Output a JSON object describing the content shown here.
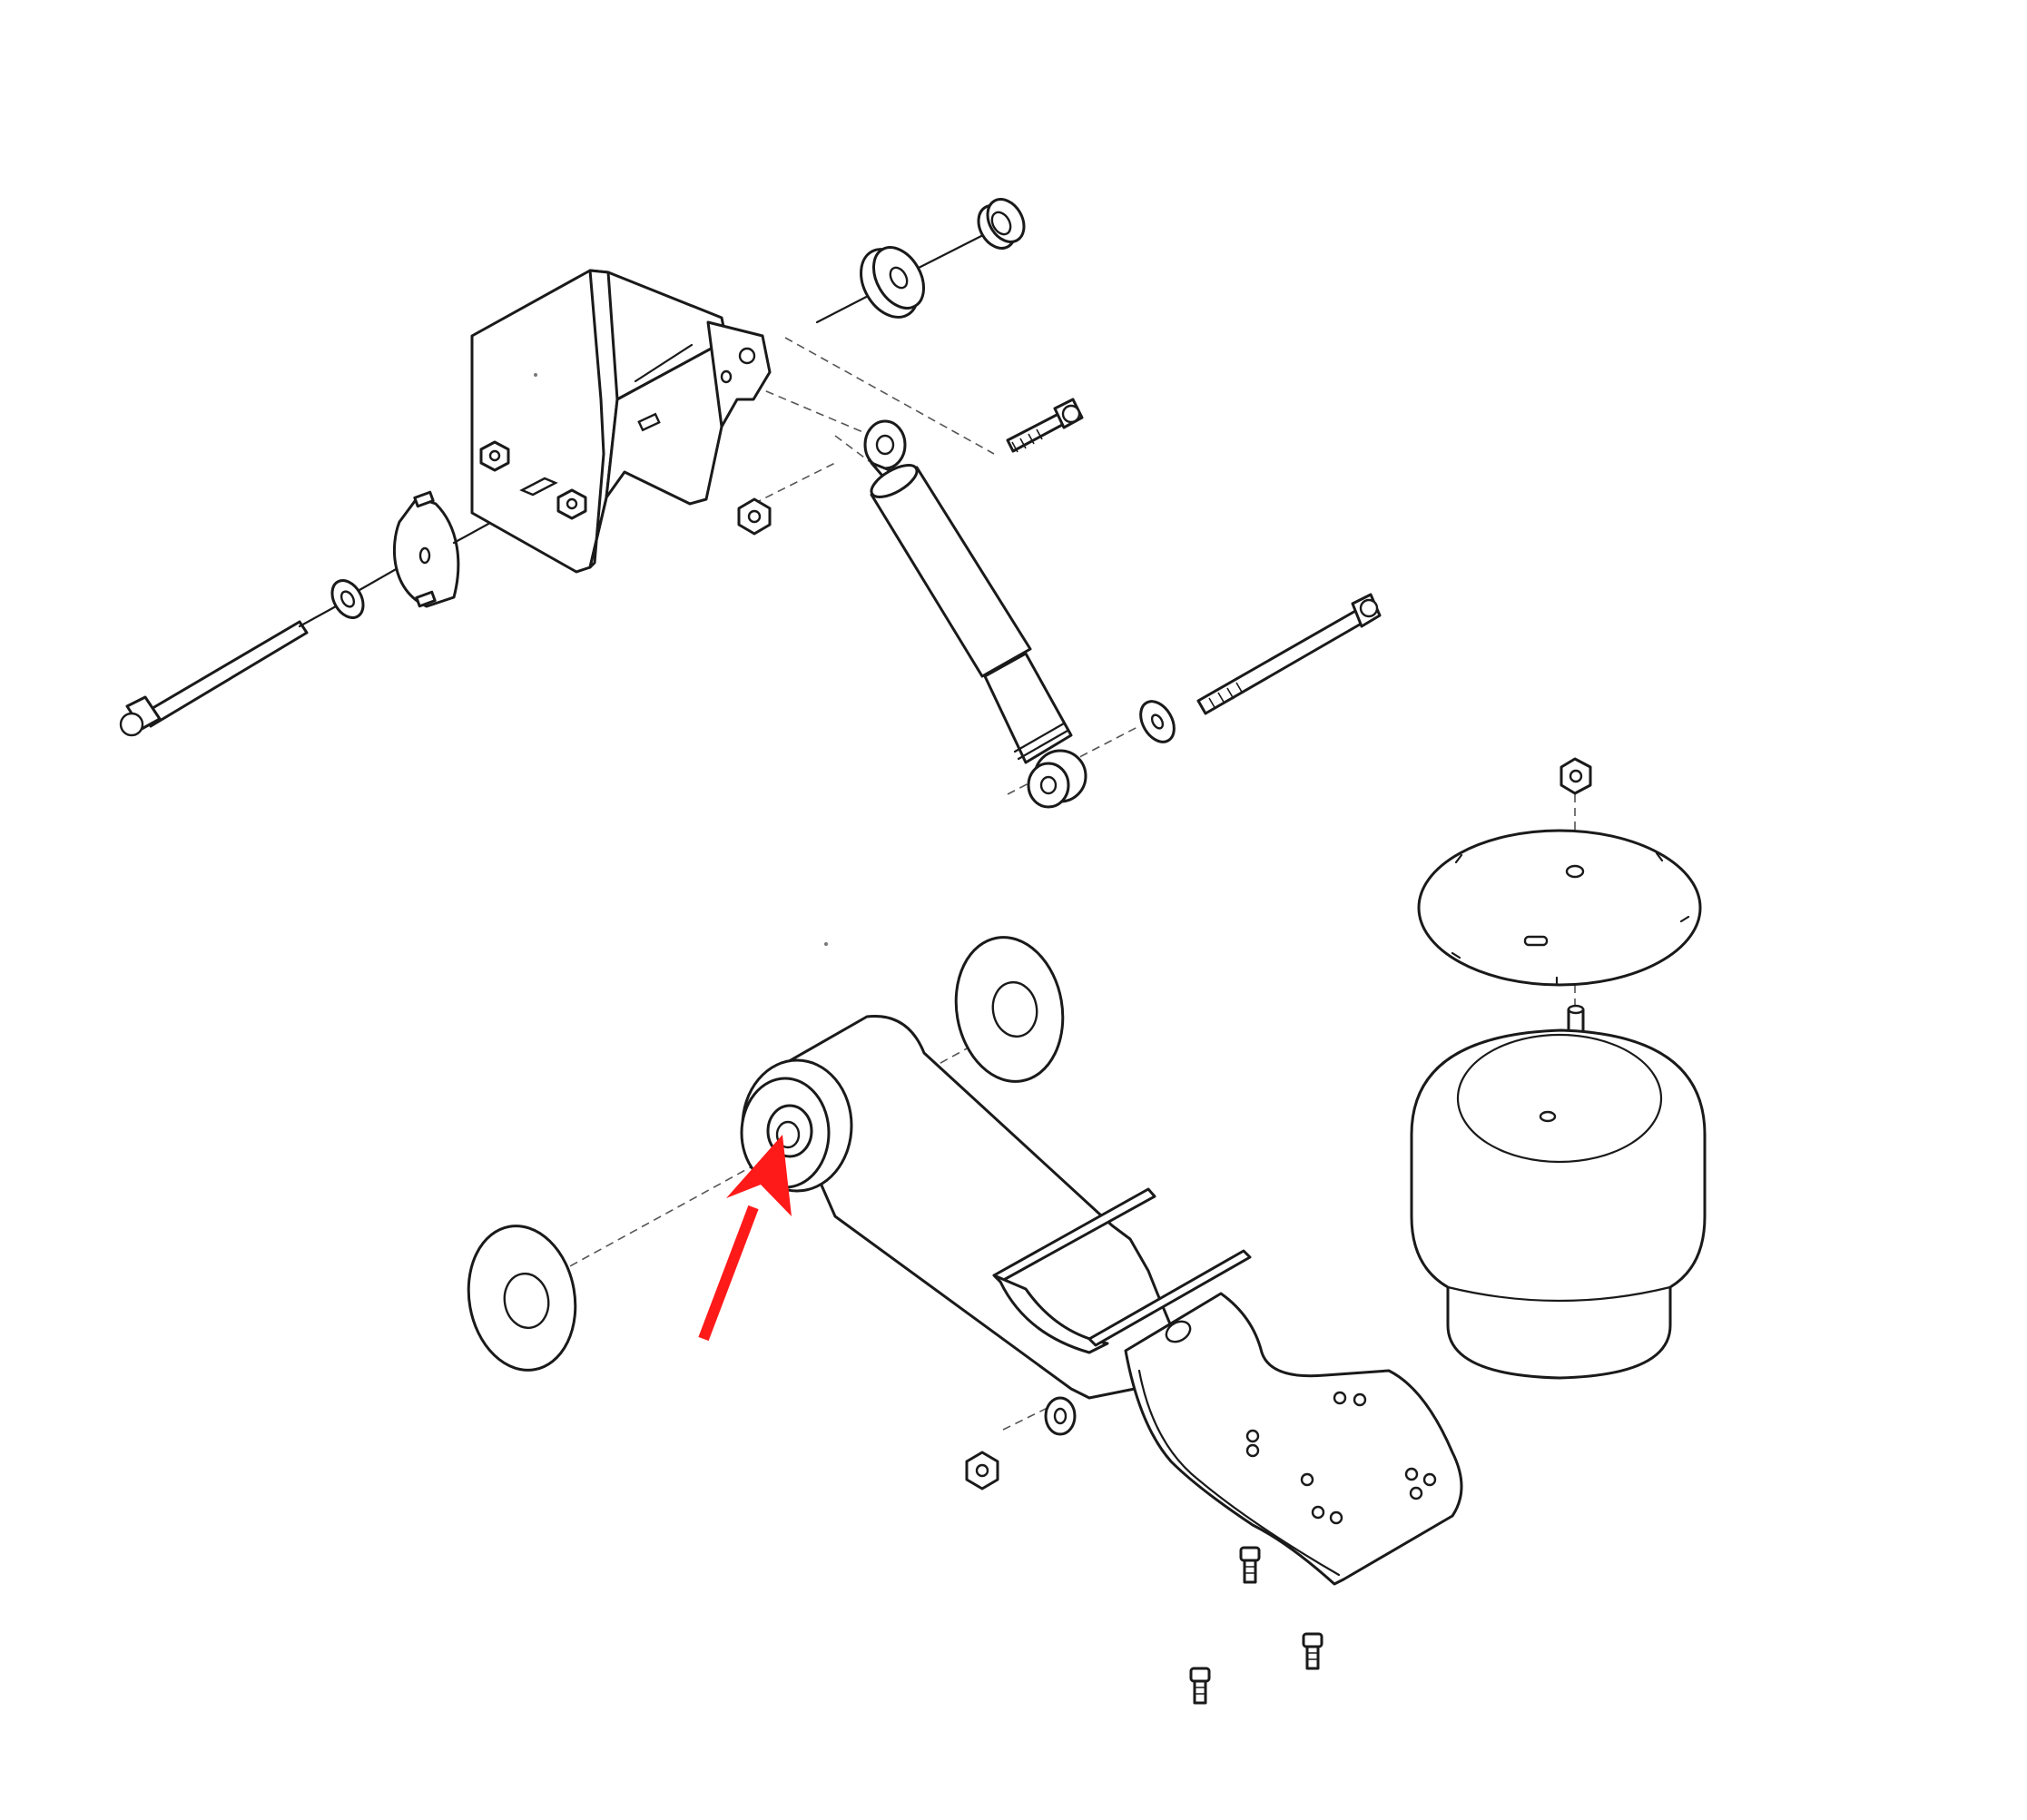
{
  "diagram": {
    "kind": "exploded-assembly-line-drawing",
    "colors": {
      "line": "#1a1a1a",
      "leader_dash": "#555555",
      "background": "#ffffff",
      "callout_arrow": "#ff1a1a"
    },
    "callout": {
      "shape": "arrow",
      "points_to": "trailing-arm-pivot-bushing-bore"
    }
  }
}
